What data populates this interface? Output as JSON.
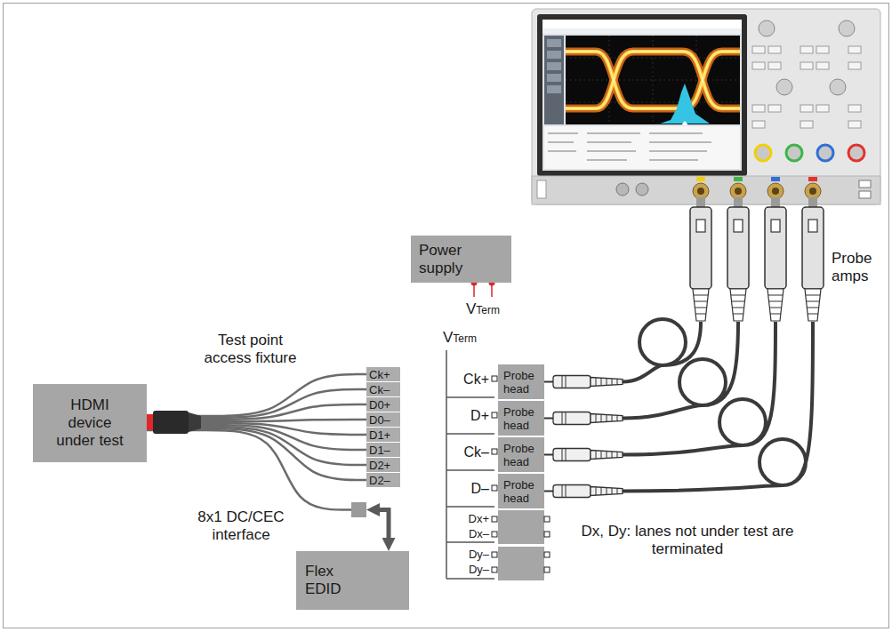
{
  "diagram": {
    "nodes": [
      {
        "text": [
          "Power supply"
        ]
      },
      {
        "text": [
          "HDMI device under test"
        ]
      },
      {
        "text": [
          "Ck+"
        ]
      },
      {
        "text": [
          "Ck–"
        ]
      },
      {
        "text": [
          "D0+"
        ]
      },
      {
        "text": [
          "D0–"
        ]
      },
      {
        "text": [
          "D1+"
        ]
      },
      {
        "text": [
          "D1–"
        ]
      },
      {
        "text": [
          "D2+"
        ]
      },
      {
        "text": [
          "D2–"
        ]
      },
      {
        "text": [
          "8x1 DC/CEC interface"
        ]
      },
      {
        "text": [
          "Flex EDID"
        ]
      },
      {
        "text": [
          "Probe head"
        ]
      },
      {
        "text": [
          "Probe head"
        ]
      },
      {
        "text": [
          "Probe head"
        ]
      },
      {
        "text": [
          "Probe head"
        ]
      }
    ],
    "edges": [
      {
        "from": 1,
        "to": 2,
        "arrow": "none"
      },
      {
        "from": 1,
        "to": 3,
        "arrow": "none"
      },
      {
        "from": 1,
        "to": 4,
        "arrow": "none"
      },
      {
        "from": 1,
        "to": 5,
        "arrow": "none"
      },
      {
        "from": 1,
        "to": 6,
        "arrow": "none"
      },
      {
        "from": 1,
        "to": 7,
        "arrow": "none"
      },
      {
        "from": 1,
        "to": 8,
        "arrow": "none"
      },
      {
        "from": 1,
        "to": 9,
        "arrow": "none"
      },
      {
        "from": 1,
        "to": 10,
        "arrow": "none"
      },
      {
        "from": 10,
        "to": 11,
        "arrow": "both"
      }
    ],
    "labels": [
      "Test point access fixture",
      "VTerm",
      "VTerm",
      "Ck+",
      "D+",
      "Ck–",
      "D–",
      "Dx+",
      "Dx–",
      "Dy–",
      "Dy–",
      "Dx, Dy: lanes not under test are terminated",
      "Probe amps"
    ]
  }
}
